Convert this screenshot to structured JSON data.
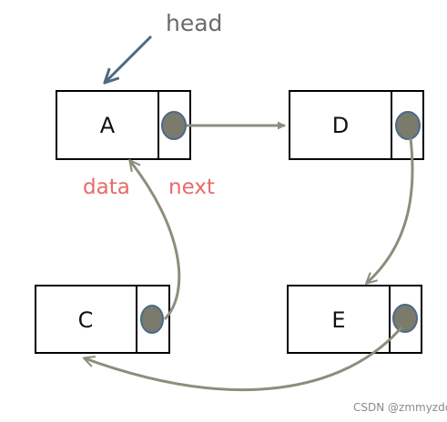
{
  "diagram": {
    "head_label": "head",
    "field_labels": {
      "data": "data",
      "next": "next"
    },
    "nodes": [
      {
        "id": "A",
        "label": "A"
      },
      {
        "id": "D",
        "label": "D"
      },
      {
        "id": "E",
        "label": "E"
      },
      {
        "id": "C",
        "label": "C"
      }
    ],
    "links": [
      {
        "from": "A",
        "to": "D"
      },
      {
        "from": "D",
        "to": "E"
      },
      {
        "from": "E",
        "to": "C"
      },
      {
        "from": "C",
        "to": "A"
      }
    ],
    "watermark": "CSDN @zmmyzdq"
  },
  "colors": {
    "node_border": "#000000",
    "pointer_fill": "#7b7b6b",
    "pointer_stroke": "#4a6a8a",
    "link_color": "#8d8d7d",
    "head_arrow": "#4e6a84",
    "field_label_color": "#e86a6a",
    "head_text": "#6b6b6b"
  }
}
